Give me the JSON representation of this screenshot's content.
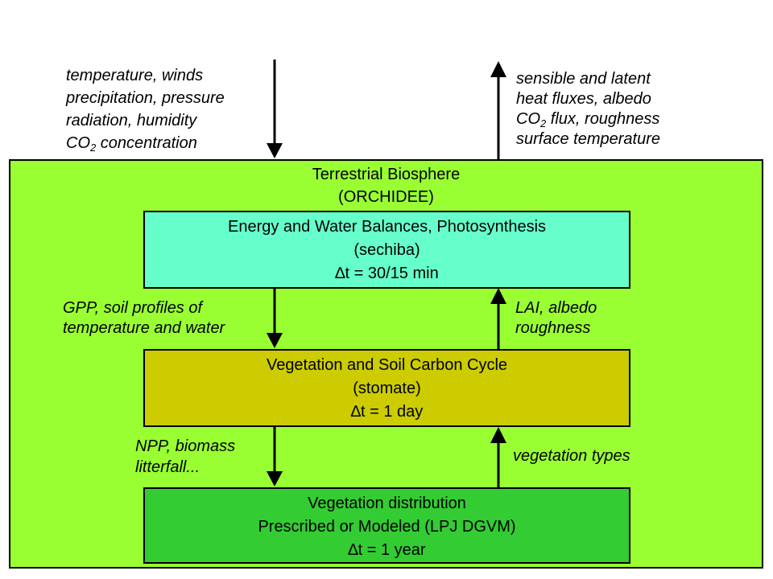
{
  "inputs": {
    "lines": [
      "temperature, winds",
      "precipitation, pressure",
      "radiation, humidity"
    ],
    "co2_prefix": "CO",
    "co2_sub": "2",
    "co2_suffix": " concentration"
  },
  "outputs": {
    "line1": "sensible and latent",
    "line2": "heat fluxes, albedo",
    "co2_prefix": "CO",
    "co2_sub": "2",
    "co2_suffix": " flux, roughness",
    "line4": "surface temperature"
  },
  "biosphere": {
    "title": "Terrestrial Biosphere",
    "subtitle": "(ORCHIDEE)"
  },
  "boxes": {
    "sechiba": {
      "title": "Energy and Water Balances, Photosynthesis",
      "name": "(sechiba)",
      "timestep": "∆t = 30/15 min"
    },
    "stomate": {
      "title": "Vegetation and Soil Carbon Cycle",
      "name": "(stomate)",
      "timestep": "∆t = 1 day"
    },
    "distribution": {
      "title": "Vegetation distribution",
      "name": "Prescribed or Modeled (LPJ DGVM)",
      "timestep": "∆t = 1 year"
    }
  },
  "flows": {
    "sechiba_to_stomate": [
      "GPP, soil profiles of",
      "temperature and water"
    ],
    "stomate_to_sechiba": [
      "LAI, albedo",
      "roughness"
    ],
    "stomate_to_distribution": [
      "NPP, biomass",
      "litterfall..."
    ],
    "distribution_to_stomate": [
      "vegetation types"
    ]
  },
  "colors": {
    "biosphere": "#99ff33",
    "sechiba": "#66ffcc",
    "stomate": "#cccc00",
    "distribution": "#33cc33"
  }
}
